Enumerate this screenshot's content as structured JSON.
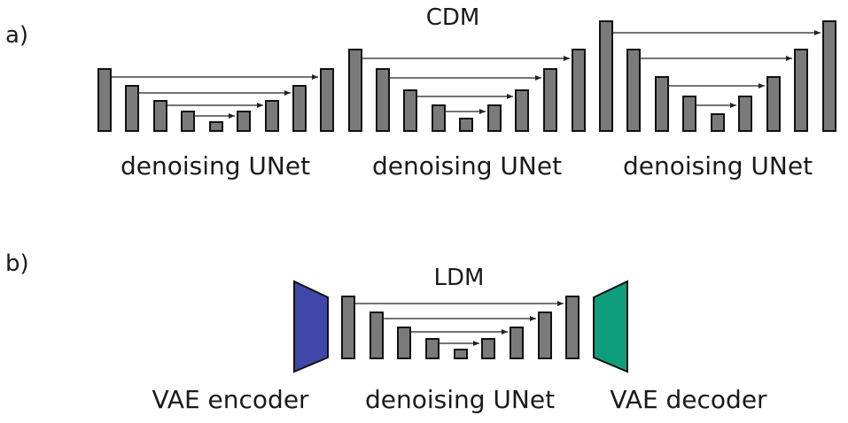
{
  "panels": {
    "a": {
      "label": "a)",
      "title": "CDM",
      "unets": [
        {
          "caption": "denoising UNet"
        },
        {
          "caption": "denoising UNet"
        },
        {
          "caption": "denoising UNet"
        }
      ]
    },
    "b": {
      "label": "b)",
      "title": "LDM",
      "encoder": {
        "caption": "VAE encoder"
      },
      "unet": {
        "caption": "denoising UNet"
      },
      "decoder": {
        "caption": "VAE decoder"
      }
    }
  },
  "colors": {
    "bar_fill": "#7a7a7a",
    "bar_stroke": "#111111",
    "encoder_fill": "#3f48a8",
    "decoder_fill": "#0f9e7c",
    "arrow": "#222222"
  }
}
